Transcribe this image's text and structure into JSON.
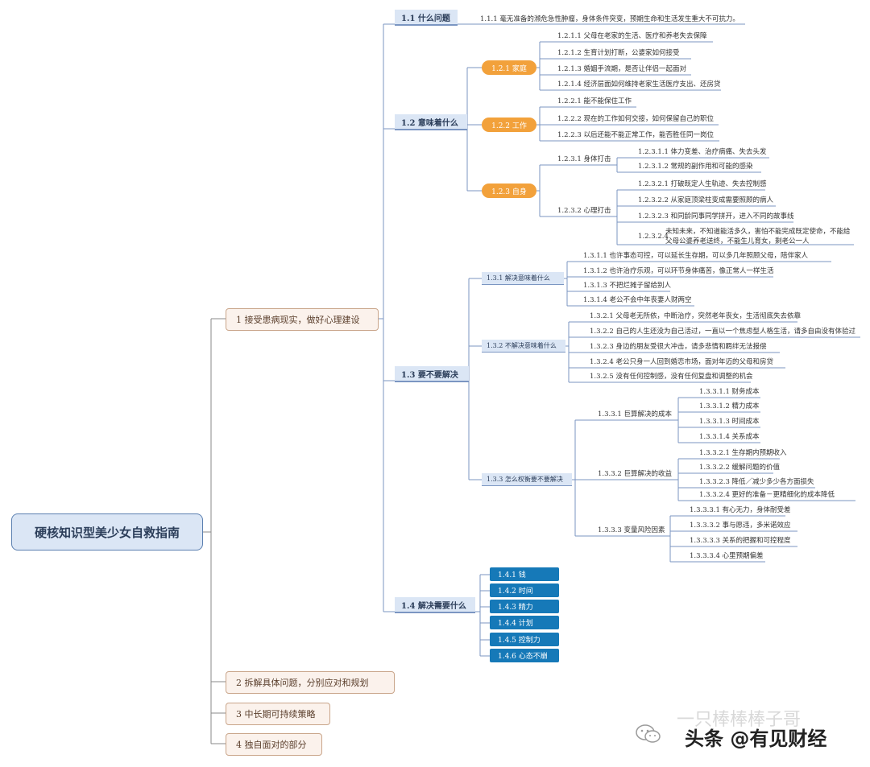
{
  "root": "硬核知识型美少女自救指南",
  "majors": [
    "1 接受患病现实，做好心理建设",
    "2 拆解具体问题，分别应对和规划",
    "3 中长期可持续策略",
    "4 独自面对的部分"
  ],
  "sections": {
    "s11": "1.1 什么问题",
    "s12": "1.2 意味着什么",
    "s13": "1.3 要不要解决",
    "s14": "1.4 解决需要什么"
  },
  "s11_leaf": "1.1.1 毫无准备的濒危急性肿瘤，身体条件突变，预期生命和生活发生重大不可抗力。",
  "s12": {
    "family": "1.2.1 家庭",
    "family_items": [
      "1.2.1.1 父母在老家的生活、医疗和养老失去保障",
      "1.2.1.2 生育计划打断，公婆家如何接受",
      "1.2.1.3 婚姻手流期，是否让伴侣一起面对",
      "1.2.1.4 经济层面如何维持老家生活医疗支出、还房贷"
    ],
    "work": "1.2.2 工作",
    "work_items": [
      "1.2.2.1 能不能保住工作",
      "1.2.2.2 现在的工作如何交接，如何保留自己的职位",
      "1.2.2.3 以后还能不能正常工作，能否胜任同一岗位"
    ],
    "self": "1.2.3 自身",
    "physical": "1.2.3.1 身体打击",
    "physical_items": [
      "1.2.3.1.1 体力变差、治疗病痛、失去头发",
      "1.2.3.1.2 常规的副作用和可能的感染"
    ],
    "mental": "1.2.3.2 心理打击",
    "mental_items": [
      "1.2.3.2.1 打破既定人生轨迹、失去控制感",
      "1.2.3.2.2 从家庭顶梁柱变成需要照顾的病人",
      "1.2.3.2.3 和同龄同事同学拼开，进入不同的故事线"
    ],
    "mental_item4_line1": "未知未来，不知道能活多久，害怕不能完成既定使命，不能给",
    "mental_item4_line2": "父母公婆养老送终，不能生儿育女，剩老公一人",
    "mental_item4_num": "1.2.3.2.4"
  },
  "s13": {
    "a": "1.3.1 解决意味着什么",
    "a_items": [
      "1.3.1.1 也许事态可控，可以延长生存期，可以多几年照顾父母，陪伴家人",
      "1.3.1.2 也许治疗乐观，可以环节身体痛苦，像正常人一样生活",
      "1.3.1.3 不把烂摊子留给别人",
      "1.3.1.4 老公不会中年丧妻人财两空"
    ],
    "b": "1.3.2 不解决意味着什么",
    "b_items": [
      "1.3.2.1 父母老无所依，中断治疗，突然老年丧女，生活彻底失去依靠",
      "1.3.2.2 自己的人生还没为自己活过，一直以一个焦虑型人格生活，请多自由没有体验过",
      "1.3.2.3 身边的朋友受很大冲击，请多悲情和羁绊无法报偿",
      "1.3.2.4 老公只身一人回到婚恋市场，面对年迈的父母和房贷",
      "1.3.2.5 没有任何控制感，没有任何复盘和调整的机会"
    ],
    "c": "1.3.3 怎么权衡要不要解决",
    "cost": "1.3.3.1 巨算解决的成本",
    "cost_items": [
      "1.3.3.1.1 财务成本",
      "1.3.3.1.2 精力成本",
      "1.3.3.1.3 时间成本",
      "1.3.3.1.4 关系成本"
    ],
    "benefit": "1.3.3.2 巨算解决的收益",
    "benefit_items": [
      "1.3.3.2.1 生存期内预期收入",
      "1.3.3.2.2 缓解问题的价值",
      "1.3.3.2.3 降低／减少多少各方面损失",
      "1.3.3.2.4 更好的准备－更精细化的成本降低"
    ],
    "risk": "1.3.3.3 变量风险因素",
    "risk_items": [
      "1.3.3.3.1 有心无力，身体耐受差",
      "1.3.3.3.2 事与愿违，多米诺效应",
      "1.3.3.3.3 关系的把握和可控程度",
      "1.3.3.3.4 心里预期偏差"
    ]
  },
  "s14_items": [
    "1.4.1 钱",
    "1.4.2 时间",
    "1.4.3 精力",
    "1.4.4 计划",
    "1.4.5 控制力",
    "1.4.6 心态不崩"
  ],
  "watermark": {
    "text": "头条 @有见财经",
    "faint": "一只棒棒棒子哥"
  },
  "colors": {
    "line_blue": "#7b96c2",
    "pill_orange": "#f2a13b",
    "tag_blue": "#1679b8",
    "major_border": "#c9a58a",
    "root_fill": "#dbe6f5"
  }
}
